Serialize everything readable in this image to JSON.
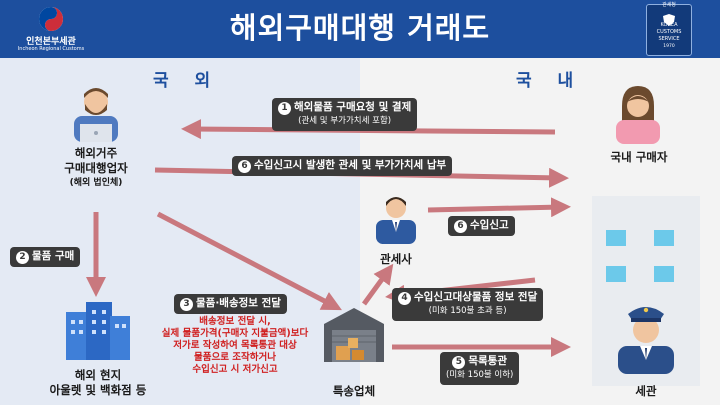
{
  "header": {
    "title": "해외구매대행 거래도",
    "org_name": "인천본부세관",
    "org_name_en": "Incheon Regional Customs",
    "badge_top": "관세청",
    "badge_line1": "KOREA",
    "badge_line2": "CUSTOMS",
    "badge_line3": "SERVICE",
    "badge_year": "1970"
  },
  "regions": {
    "left": "국 외",
    "right": "국 내"
  },
  "actors": {
    "agent": {
      "name": "해외거주",
      "name2": "구매대행업자",
      "sub": "(해외 법인체)"
    },
    "buyer": {
      "name": "국내 구매자"
    },
    "customs_broker": {
      "name": "관세사"
    },
    "store": {
      "name": "해외 현지",
      "name2": "아울렛 및 백화점 등"
    },
    "courier": {
      "name": "특송업체"
    },
    "customs": {
      "name": "세관"
    }
  },
  "flows": {
    "f1": {
      "num": "1",
      "label": "해외물품 구매요청 및 결제",
      "sub": "(관세 및 부가가치세 포함)"
    },
    "f2": {
      "num": "2",
      "label": "물품 구매"
    },
    "f3": {
      "num": "3",
      "label": "물품·배송정보 전달"
    },
    "f4": {
      "num": "4",
      "label": "수입신고대상물품 정보 전달",
      "sub": "(미화 150불 초과 등)"
    },
    "f5": {
      "num": "5",
      "label": "목록통관",
      "sub": "(미화 150불 이하)"
    },
    "f6a": {
      "num": "6",
      "label": "수입신고시 발생한 관세 및 부가가치세 납부"
    },
    "f6b": {
      "num": "6",
      "label": "수입신고"
    }
  },
  "warning_note": [
    "배송정보 전달 시,",
    "실제 물품가격(구매자 지불금액)보다",
    "저가로 작성하여 목록통관 대상",
    "물품으로 조작하거나",
    "수입신고 시 저가신고"
  ],
  "colors": {
    "header": "#1d4f9e",
    "arrow": "#c9787e",
    "pill": "#3a3a3a",
    "warning": "#d02020"
  }
}
